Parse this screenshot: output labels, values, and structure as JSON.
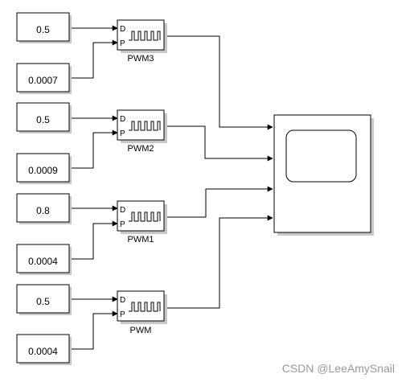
{
  "model": {
    "constants": [
      {
        "id": "c_duty_pwm3",
        "value": "0.5"
      },
      {
        "id": "c_period_pwm3",
        "value": "0.0007"
      },
      {
        "id": "c_duty_pwm2",
        "value": "0.5"
      },
      {
        "id": "c_period_pwm2",
        "value": "0.0009"
      },
      {
        "id": "c_duty_pwm1",
        "value": "0.8"
      },
      {
        "id": "c_period_pwm1",
        "value": "0.0004"
      },
      {
        "id": "c_duty_pwm",
        "value": "0.5"
      },
      {
        "id": "c_period_pwm",
        "value": "0.0004"
      }
    ],
    "pwm_blocks": [
      {
        "id": "pwm3",
        "label": "PWM3",
        "port_d": "D",
        "port_p": "P"
      },
      {
        "id": "pwm2",
        "label": "PWM2",
        "port_d": "D",
        "port_p": "P"
      },
      {
        "id": "pwm1",
        "label": "PWM1",
        "port_d": "D",
        "port_p": "P"
      },
      {
        "id": "pwm",
        "label": "PWM",
        "port_d": "D",
        "port_p": "P"
      }
    ],
    "scope": {
      "inputs": 4
    }
  },
  "watermark": "CSDN @LeeAmySnail",
  "colors": {
    "line": "#000000",
    "block_stroke": "#000000",
    "shadow": "#c8c8c8",
    "watermark": "#9a9a9a"
  }
}
